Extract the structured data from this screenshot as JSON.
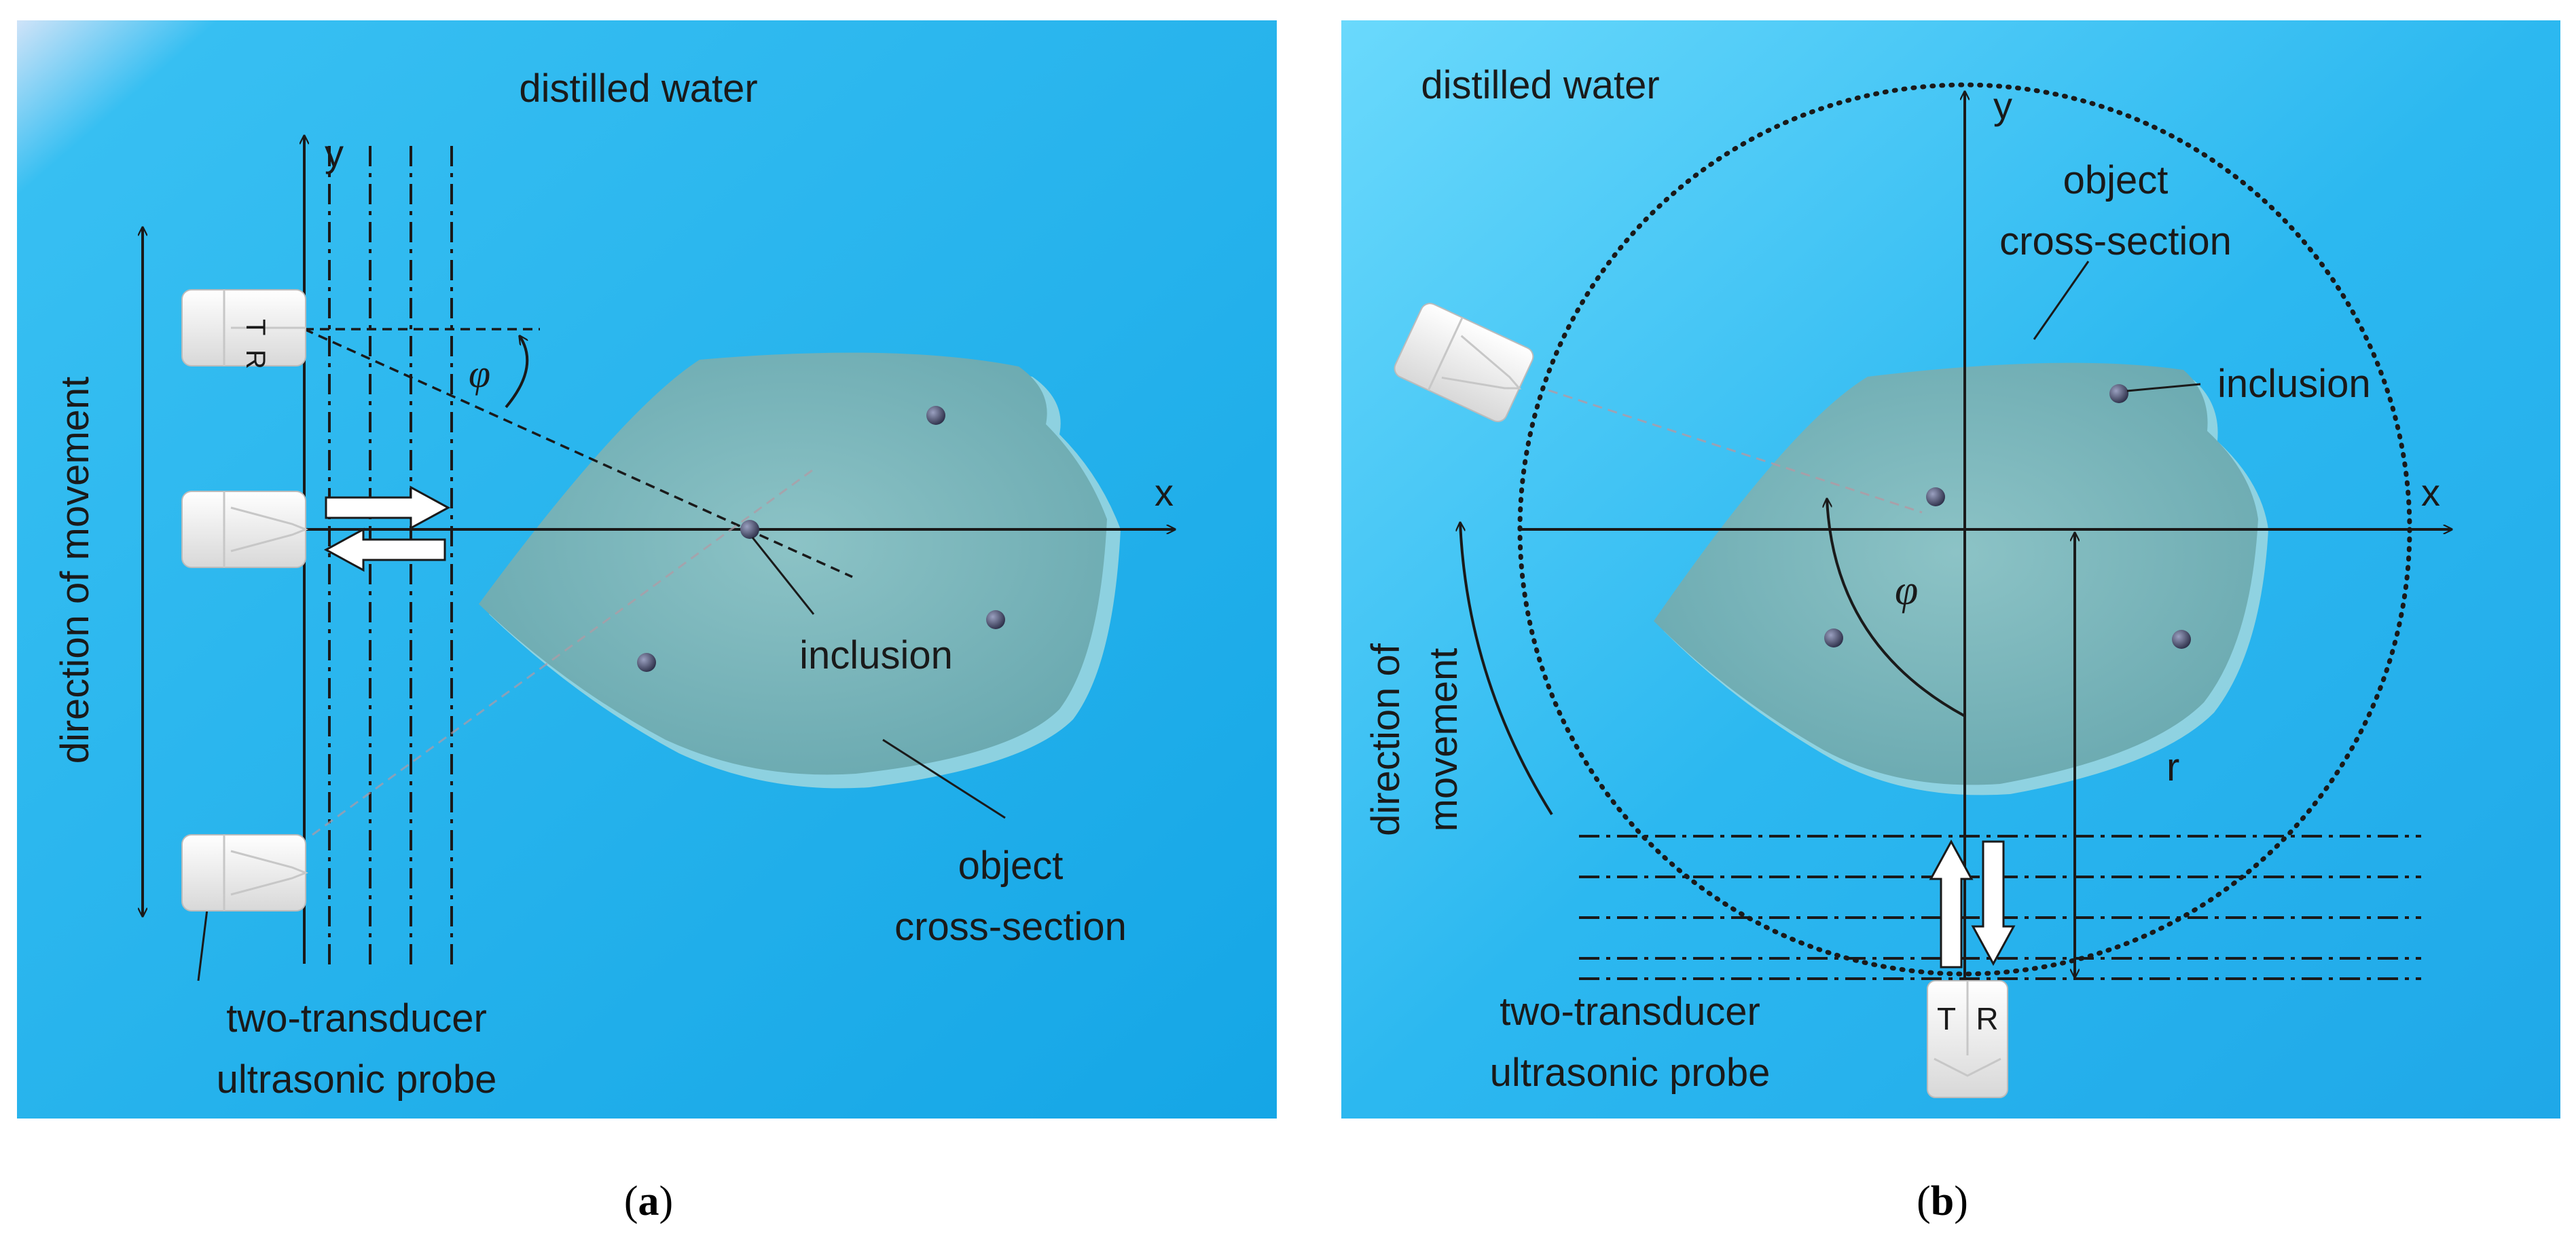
{
  "panel_a": {
    "caption_letter": "a",
    "medium_label": "distilled water",
    "axis_x": "x",
    "axis_y": "y",
    "angle_symbol": "φ",
    "transducer_t": "T",
    "transducer_r": "R",
    "movement_label": "direction of movement",
    "inclusion_label": "inclusion",
    "object_label_line1": "object",
    "object_label_line2": "cross-section",
    "probe_label_line1": "two-transducer",
    "probe_label_line2": "ultrasonic probe"
  },
  "panel_b": {
    "caption_letter": "b",
    "medium_label": "distilled water",
    "axis_x": "x",
    "axis_y": "y",
    "angle_symbol": "φ",
    "radius_symbol": "r",
    "transducer_t": "T",
    "transducer_r": "R",
    "movement_label_line1": "direction of",
    "movement_label_line2": "movement",
    "inclusion_label": "inclusion",
    "object_label_line1": "object",
    "object_label_line2": "cross-section",
    "probe_label_line1": "two-transducer",
    "probe_label_line2": "ultrasonic probe"
  },
  "colors": {
    "water_blue": "#1fb0ee",
    "water_light": "#5ed4fb",
    "object_fill": "#7cb9be",
    "object_rim": "#9fd3d6",
    "inclusion": "#3b3f5e",
    "probe_white": "#f4f4f4"
  }
}
